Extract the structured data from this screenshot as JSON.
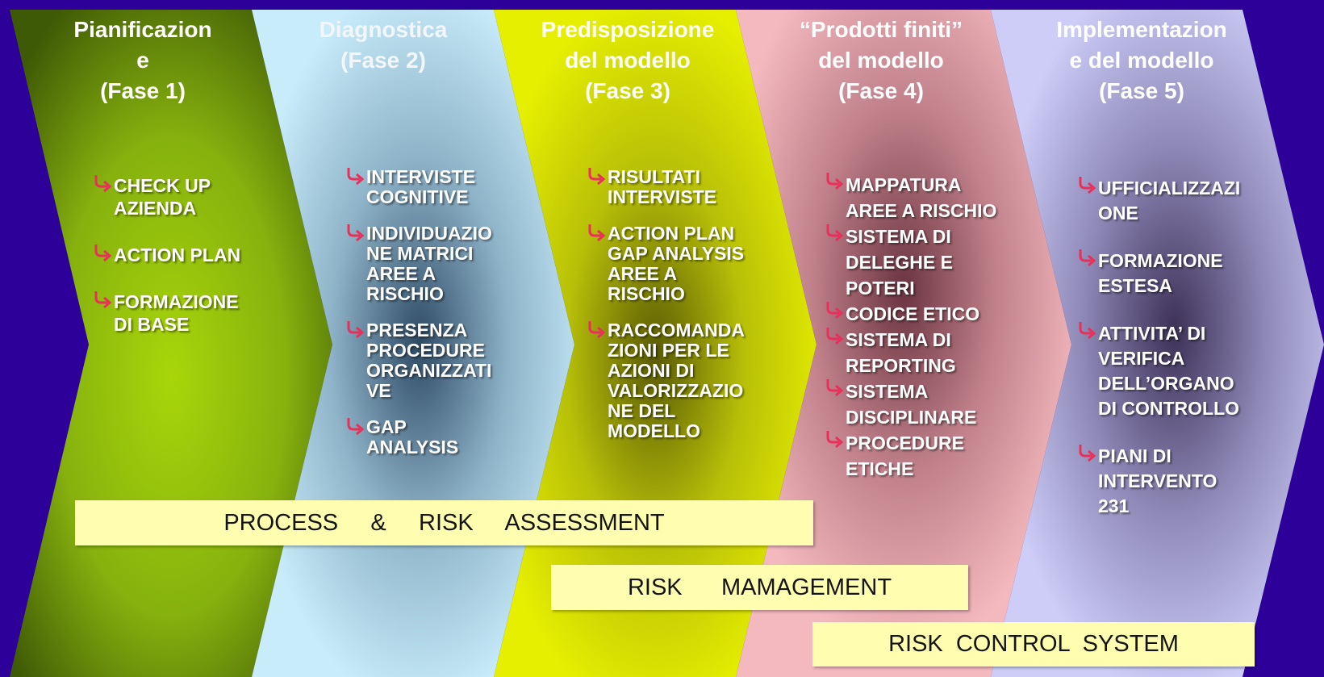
{
  "phases": [
    {
      "title": "Pianificazion\ne\n(Fase 1)",
      "items": [
        "CHECK UP\nAZIENDA",
        "ACTION PLAN",
        "FORMAZIONE\nDI BASE"
      ]
    },
    {
      "title": "Diagnostica\n(Fase 2)",
      "items": [
        "INTERVISTE\nCOGNITIVE",
        "INDIVIDUAZIO\nNE MATRICI\nAREE A\nRISCHIO",
        "PRESENZA\nPROCEDURE\nORGANIZZATI\nVE",
        "GAP\nANALYSIS"
      ]
    },
    {
      "title": "Predisposizione\ndel modello\n(Fase 3)",
      "items": [
        "RISULTATI\nINTERVISTE",
        "ACTION PLAN\nGAP ANALYSIS\nAREE A\nRISCHIO",
        "RACCOMANDA\nZIONI PER LE\nAZIONI DI\nVALORIZZAZIO\nNE DEL\nMODELLO"
      ]
    },
    {
      "title": "“Prodotti finiti”\ndel modello\n(Fase 4)",
      "items": [
        "MAPPATURA\nAREE A RISCHIO",
        "SISTEMA DI\nDELEGHE E\nPOTERI",
        "CODICE ETICO",
        "SISTEMA DI\nREPORTING",
        "SISTEMA\nDISCIPLINARE",
        "PROCEDURE\nETICHE"
      ]
    },
    {
      "title": "Implementazion\ne del modello\n(Fase 5)",
      "items": [
        "UFFICIALIZZAZI\nONE",
        "FORMAZIONE\nESTESA",
        "ATTIVITA’ DI\nVERIFICA\nDELL’ORGANO\nDI CONTROLLO",
        "PIANI DI\nINTERVENTO\n231"
      ]
    }
  ],
  "bands": {
    "process": "PROCESS     &     RISK     ASSESSMENT",
    "management": "RISK      MAMAGEMENT",
    "control": "RISK  CONTROL  SYSTEM"
  },
  "icons": {
    "bullet": "curved-arrow-icon"
  },
  "colors": {
    "background": "#2d0099",
    "phase1": "#8fbb10",
    "phase2": "#c8ecfa",
    "phase3": "#e2ec00",
    "phase4": "#f3b7bd",
    "phase5": "#c9c9f6",
    "band": "#fffdaf",
    "bullet": "#e8305a"
  }
}
